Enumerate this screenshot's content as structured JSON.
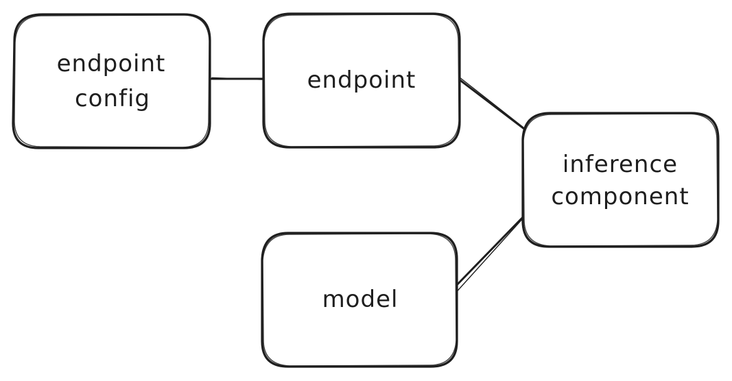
{
  "diagram": {
    "nodes": [
      {
        "id": "endpoint-config",
        "lines": [
          "endpoint",
          "config"
        ]
      },
      {
        "id": "endpoint",
        "lines": [
          "endpoint"
        ]
      },
      {
        "id": "inference-component",
        "lines": [
          "inference",
          "component"
        ]
      },
      {
        "id": "model",
        "lines": [
          "model"
        ]
      }
    ],
    "edges": [
      {
        "from": "endpoint-config",
        "to": "endpoint"
      },
      {
        "from": "endpoint",
        "to": "inference-component"
      },
      {
        "from": "model",
        "to": "inference-component"
      }
    ]
  }
}
